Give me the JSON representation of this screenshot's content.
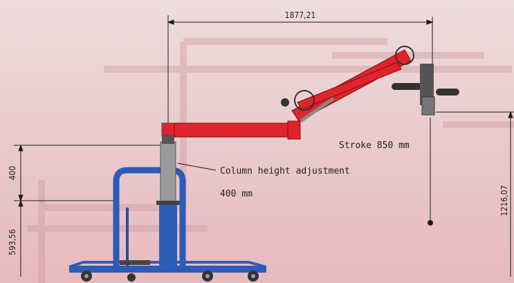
{
  "dimensions": {
    "top_width": "1877,21",
    "column_adjust": "400",
    "lower_height": "593,56",
    "right_height": "1216,07"
  },
  "annotations": {
    "stroke": "Stroke 850 mm",
    "column_line1": "Column height adjustment",
    "column_line2": "400 mm"
  },
  "colors": {
    "arm_red": "#e0242c",
    "base_blue": "#2d5bb8",
    "column_gray": "#9a9a9a",
    "dimension_line": "#1a1a1a"
  }
}
